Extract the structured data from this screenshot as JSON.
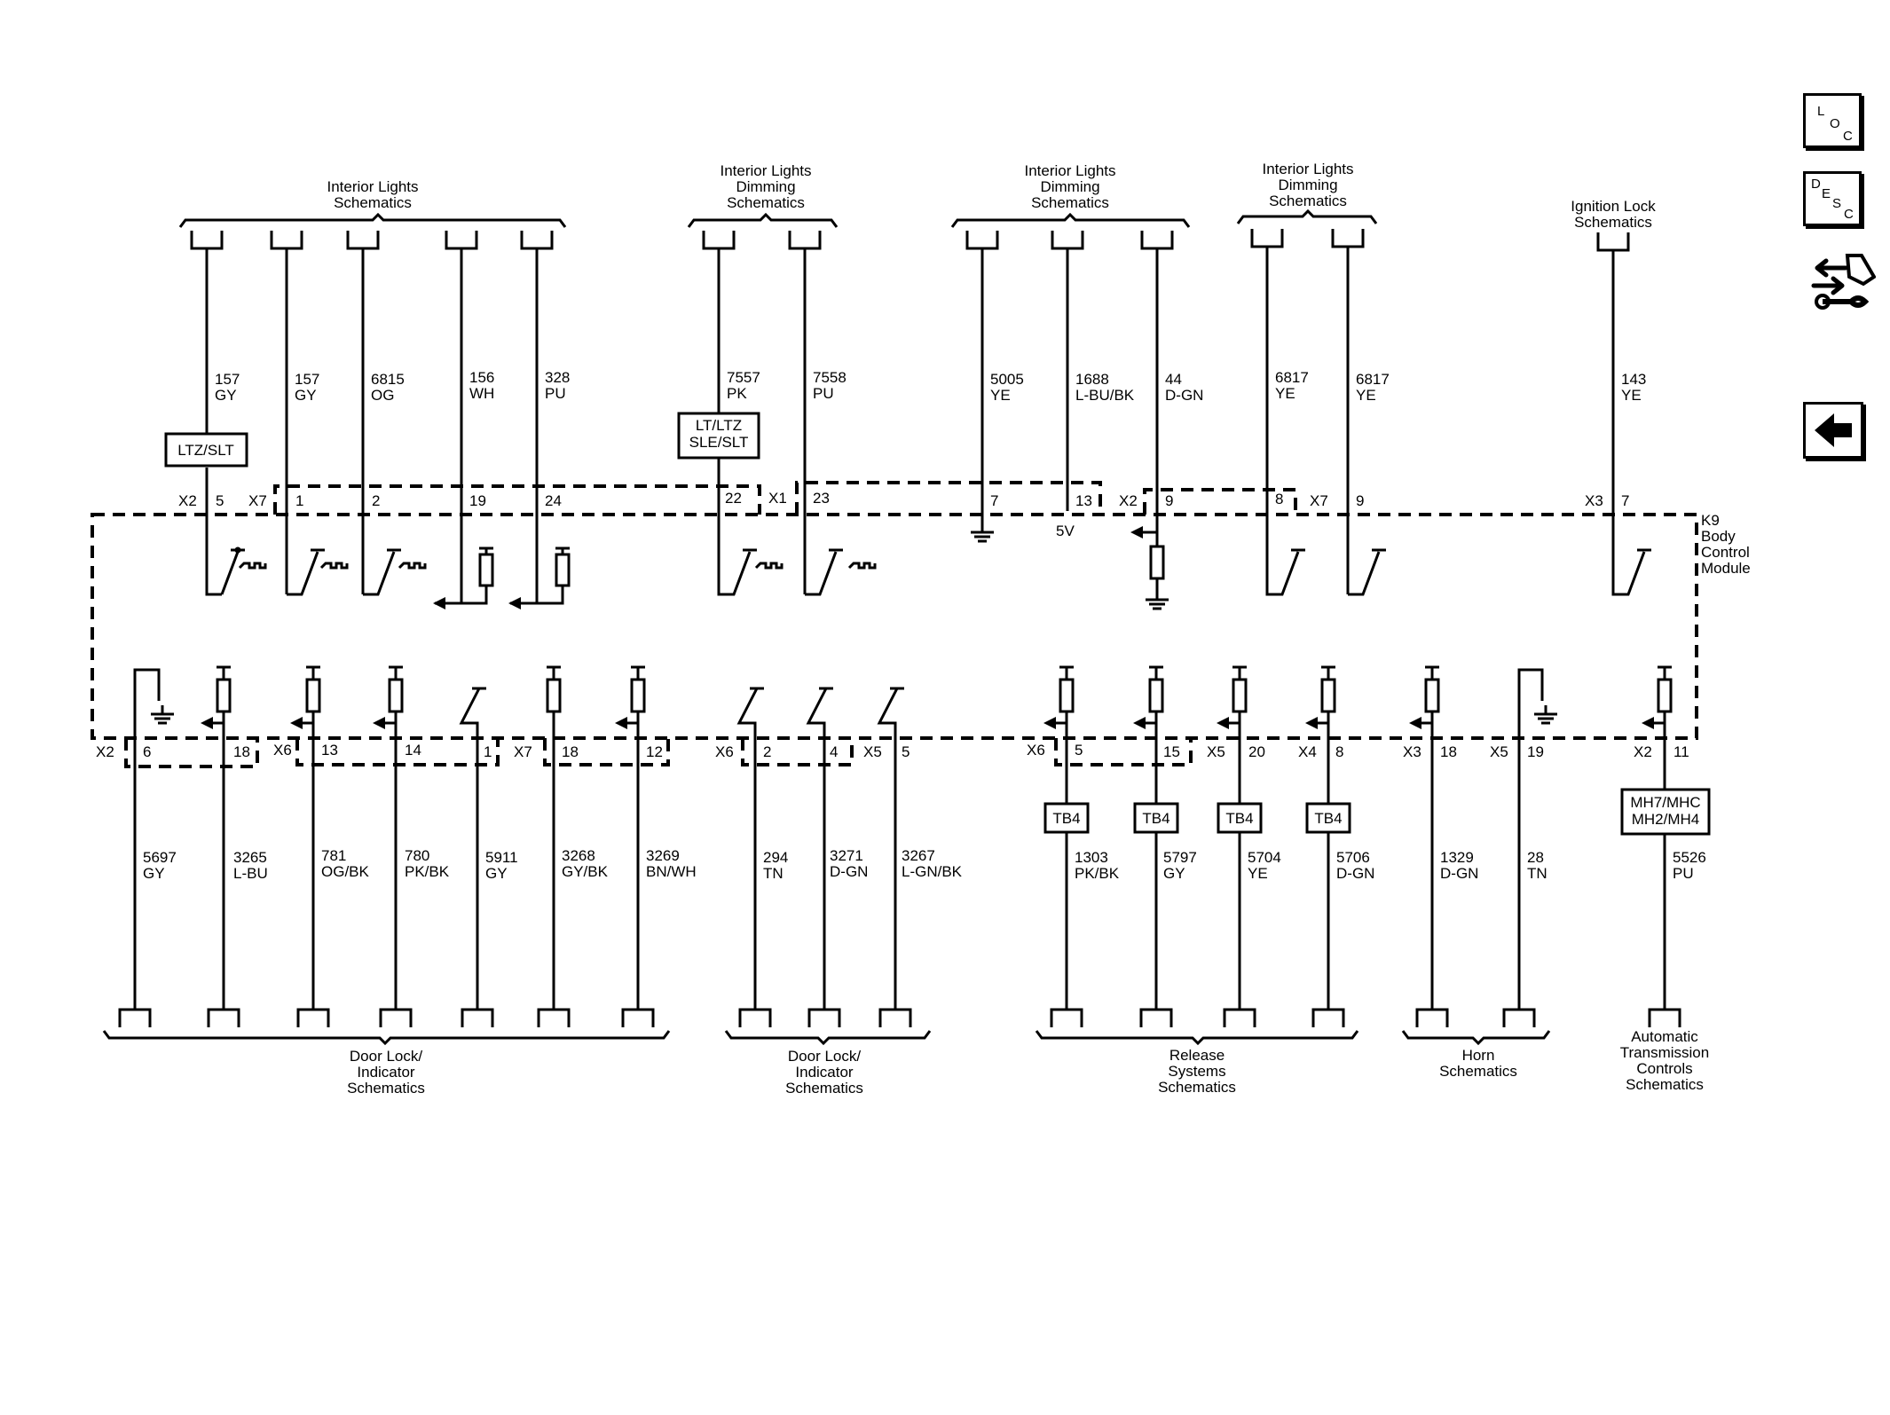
{
  "nav": {
    "loc": [
      "L",
      "O",
      "C"
    ],
    "desc": [
      "D",
      "E",
      "S",
      "C"
    ]
  },
  "module": {
    "name": [
      "K9",
      "Body",
      "Control",
      "Module"
    ],
    "internal_voltage": "5V"
  },
  "top_groups": [
    {
      "id": "tg1",
      "label": [
        "Interior Lights",
        "Schematics"
      ]
    },
    {
      "id": "tg2",
      "label": [
        "Interior Lights",
        "Dimming",
        "Schematics"
      ]
    },
    {
      "id": "tg3",
      "label": [
        "Interior Lights",
        "Dimming",
        "Schematics"
      ]
    },
    {
      "id": "tg4",
      "label": [
        "Interior Lights",
        "Dimming",
        "Schematics"
      ]
    },
    {
      "id": "tg5",
      "label": [
        "Ignition Lock",
        "Schematics"
      ]
    }
  ],
  "top_wires": [
    {
      "circuit": "157",
      "color": "GY"
    },
    {
      "circuit": "157",
      "color": "GY"
    },
    {
      "circuit": "6815",
      "color": "OG"
    },
    {
      "circuit": "156",
      "color": "WH"
    },
    {
      "circuit": "328",
      "color": "PU"
    },
    {
      "circuit": "7557",
      "color": "PK"
    },
    {
      "circuit": "7558",
      "color": "PU"
    },
    {
      "circuit": "5005",
      "color": "YE"
    },
    {
      "circuit": "1688",
      "color": "L-BU/BK"
    },
    {
      "circuit": "44",
      "color": "D-GN"
    },
    {
      "circuit": "6817",
      "color": "YE"
    },
    {
      "circuit": "6817",
      "color": "YE"
    },
    {
      "circuit": "143",
      "color": "YE"
    }
  ],
  "top_pins": [
    {
      "connector": "X2",
      "pin": "5"
    },
    {
      "connector": "X7",
      "pin": "1"
    },
    {
      "connector": "",
      "pin": "2"
    },
    {
      "connector": "",
      "pin": "19"
    },
    {
      "connector": "",
      "pin": "24"
    },
    {
      "connector": "",
      "pin": "22"
    },
    {
      "connector": "X1",
      "pin": "23"
    },
    {
      "connector": "",
      "pin": "7"
    },
    {
      "connector": "",
      "pin": "13"
    },
    {
      "connector": "X2",
      "pin": "9"
    },
    {
      "connector": "",
      "pin": "8"
    },
    {
      "connector": "X7",
      "pin": "9"
    },
    {
      "connector": "X3",
      "pin": "7"
    }
  ],
  "options": {
    "ltz_slt": "LTZ/SLT",
    "lt_ltz": [
      "LT/LTZ",
      "SLE/SLT"
    ],
    "tb4": "TB4",
    "mh": [
      "MH7/MHC",
      "MH2/MH4"
    ]
  },
  "bottom_pins": [
    {
      "connector": "X2",
      "pin": "6"
    },
    {
      "connector": "",
      "pin": "18"
    },
    {
      "connector": "X6",
      "pin": "13"
    },
    {
      "connector": "",
      "pin": "14"
    },
    {
      "connector": "",
      "pin": "1"
    },
    {
      "connector": "X7",
      "pin": "18"
    },
    {
      "connector": "",
      "pin": "12"
    },
    {
      "connector": "X6",
      "pin": "2"
    },
    {
      "connector": "",
      "pin": "4"
    },
    {
      "connector": "X5",
      "pin": "5"
    },
    {
      "connector": "X6",
      "pin": "5"
    },
    {
      "connector": "",
      "pin": "15"
    },
    {
      "connector": "X5",
      "pin": "20"
    },
    {
      "connector": "X4",
      "pin": "8"
    },
    {
      "connector": "X3",
      "pin": "18"
    },
    {
      "connector": "X5",
      "pin": "19"
    },
    {
      "connector": "X2",
      "pin": "11"
    }
  ],
  "bottom_wires": [
    {
      "circuit": "5697",
      "color": "GY"
    },
    {
      "circuit": "3265",
      "color": "L-BU"
    },
    {
      "circuit": "781",
      "color": "OG/BK"
    },
    {
      "circuit": "780",
      "color": "PK/BK"
    },
    {
      "circuit": "5911",
      "color": "GY"
    },
    {
      "circuit": "3268",
      "color": "GY/BK"
    },
    {
      "circuit": "3269",
      "color": "BN/WH"
    },
    {
      "circuit": "294",
      "color": "TN"
    },
    {
      "circuit": "3271",
      "color": "D-GN"
    },
    {
      "circuit": "3267",
      "color": "L-GN/BK"
    },
    {
      "circuit": "1303",
      "color": "PK/BK"
    },
    {
      "circuit": "5797",
      "color": "GY"
    },
    {
      "circuit": "5704",
      "color": "YE"
    },
    {
      "circuit": "5706",
      "color": "D-GN"
    },
    {
      "circuit": "1329",
      "color": "D-GN"
    },
    {
      "circuit": "28",
      "color": "TN"
    },
    {
      "circuit": "5526",
      "color": "PU"
    }
  ],
  "bottom_groups": [
    {
      "id": "bg1",
      "label": [
        "Door Lock/",
        "Indicator",
        "Schematics"
      ]
    },
    {
      "id": "bg2",
      "label": [
        "Door Lock/",
        "Indicator",
        "Schematics"
      ]
    },
    {
      "id": "bg3",
      "label": [
        "Release",
        "Systems",
        "Schematics"
      ]
    },
    {
      "id": "bg4",
      "label": [
        "Horn",
        "Schematics"
      ]
    },
    {
      "id": "bg5",
      "label": [
        "Automatic",
        "Transmission",
        "Controls",
        "Schematics"
      ]
    }
  ]
}
